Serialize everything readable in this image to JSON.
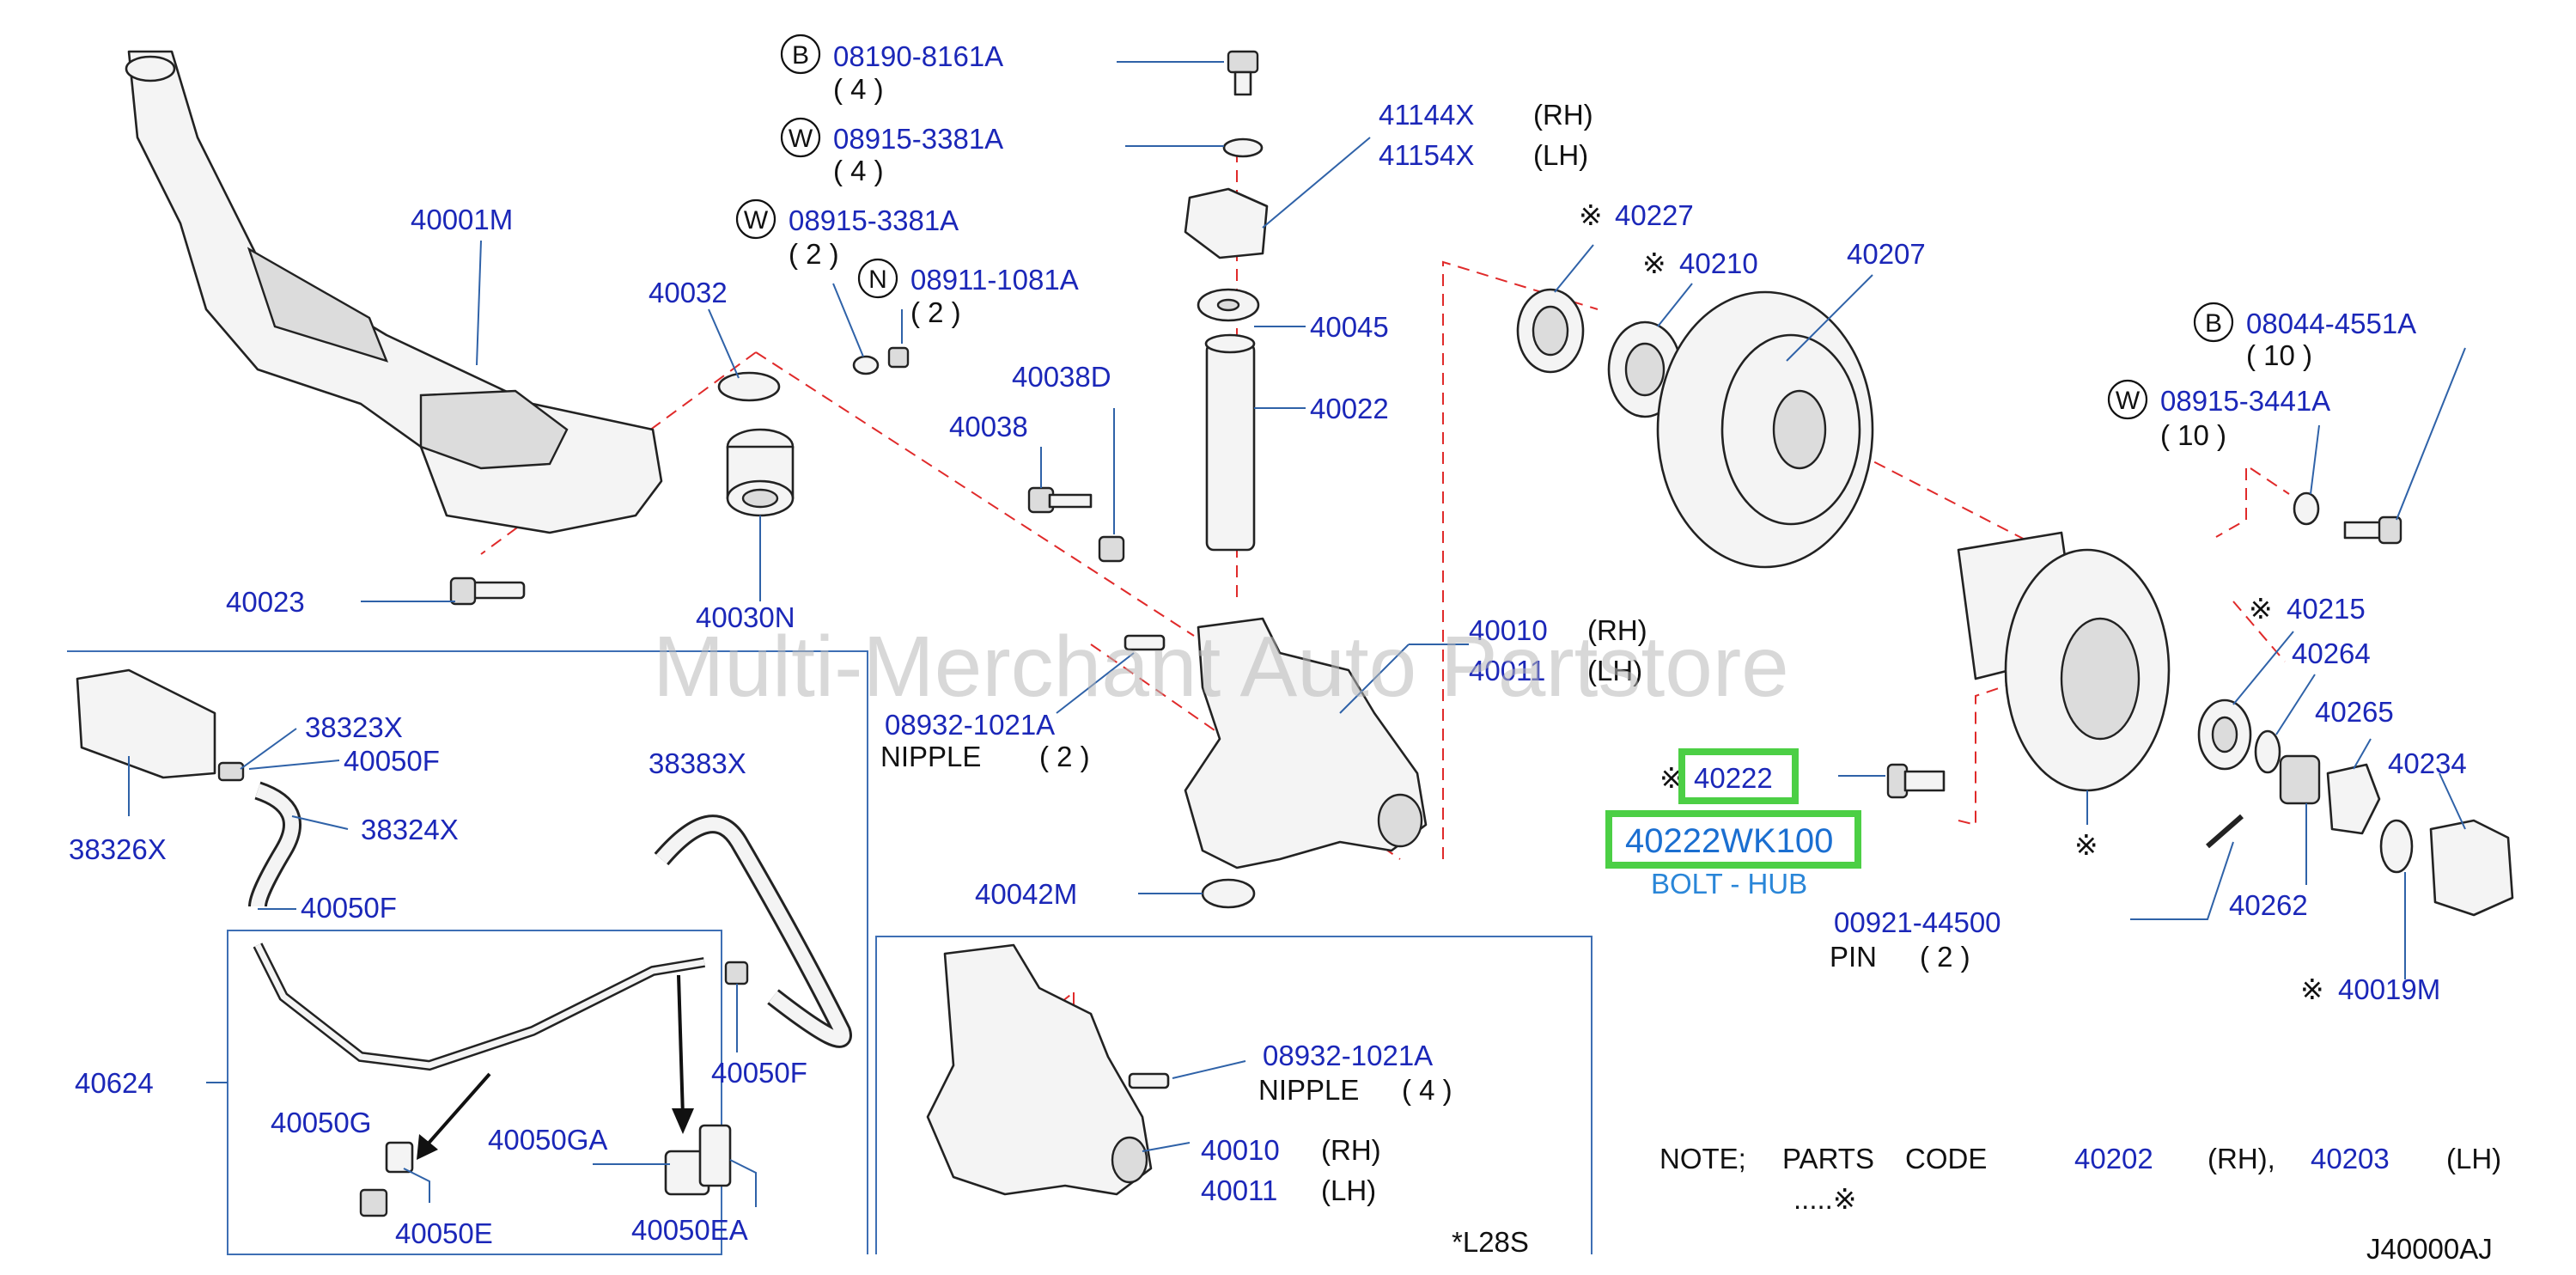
{
  "diagram": {
    "code": "J40000AJ",
    "variant": "*L28S",
    "note": {
      "prefix": "NOTE;",
      "parts": "PARTS",
      "code": "CODE",
      "rh_code": "40202",
      "rh": "(RH),",
      "lh_code": "40203",
      "lh": "(LH)",
      "tail": ".....※"
    },
    "watermark": "Multi-Merchant Auto Partstore",
    "highlight": {
      "part": "40222",
      "part_number": "40222WK100",
      "description": "BOLT - HUB"
    },
    "markers": {
      "b": "B",
      "w": "W",
      "n": "N",
      "star": "※"
    },
    "labels": {
      "b_08190": "08190-8161A",
      "q4a": "( 4 )",
      "w_08915a": "08915-3381A",
      "q4b": "( 4 )",
      "w_08915b": "08915-3381A",
      "q2a": "( 2 )",
      "n_08911": "08911-1081A",
      "q2b": "( 2 )",
      "p41144": "41144X",
      "rh1": "(RH)",
      "p41154": "41154X",
      "lh1": "(LH)",
      "p40001M": "40001M",
      "p40032": "40032",
      "p40023": "40023",
      "p40030N": "40030N",
      "p40045": "40045",
      "p40022": "40022",
      "p40038D": "40038D",
      "p40038": "40038",
      "p40227": "40227",
      "p40210": "40210",
      "p40207": "40207",
      "b_08044": "08044-4551A",
      "q10a": "( 10 )",
      "w_08915c": "08915-3441A",
      "q10b": "( 10 )",
      "p40010a": "40010",
      "rh2": "(RH)",
      "p40011a": "40011",
      "lh2": "(LH)",
      "nip1": "08932-1021A",
      "nip1_t": "NIPPLE",
      "nip1_q": "( 2 )",
      "p40215": "40215",
      "p40264": "40264",
      "p40265": "40265",
      "p40234": "40234",
      "p40262": "40262",
      "p40019M": "40019M",
      "pin_no": "00921-44500",
      "pin_t": "PIN",
      "pin_q": "( 2 )",
      "p40042M": "40042M",
      "p38323X": "38323X",
      "p40050F1": "40050F",
      "p38324X": "38324X",
      "p38326X": "38326X",
      "p40050F2": "40050F",
      "p38383X": "38383X",
      "p40624": "40624",
      "p40050F3": "40050F",
      "p40050G": "40050G",
      "p40050E": "40050E",
      "p40050GA": "40050GA",
      "p40050EA": "40050EA",
      "nip2": "08932-1021A",
      "nip2_t": "NIPPLE",
      "nip2_q": "( 4 )",
      "p40010b": "40010",
      "rh3": "(RH)",
      "p40011b": "40011",
      "lh3": "(LH)"
    }
  }
}
